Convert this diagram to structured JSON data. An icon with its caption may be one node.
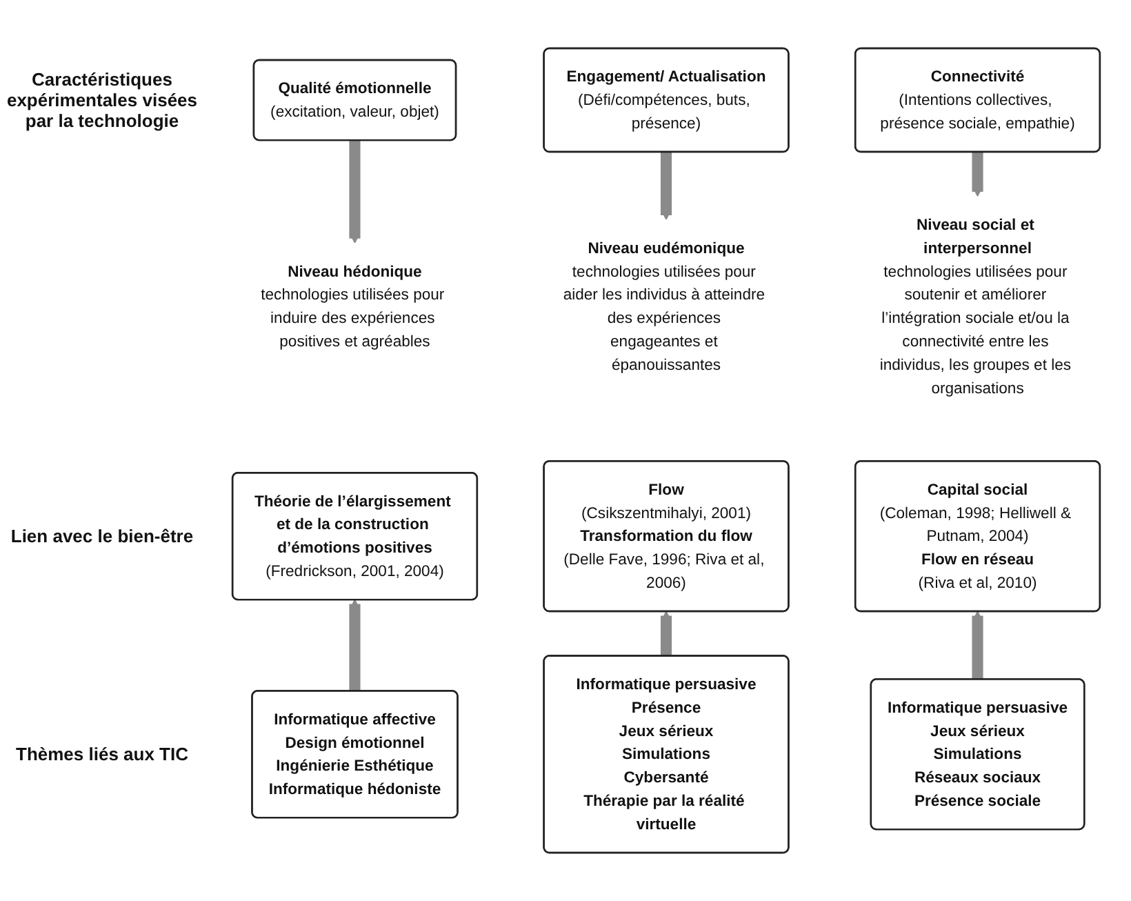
{
  "diagram": {
    "nodes": [
      {
        "text": [
          "Qualité émotionnelle",
          "(excitation, valeur, objet)"
        ]
      },
      {
        "text": [
          "Engagement/ Actualisation",
          "(Défi/compétences, buts, présence)"
        ]
      },
      {
        "text": [
          "Connectivité",
          "(Intentions collectives, présence sociale, empathie)"
        ]
      },
      {
        "text": [
          "Niveau hédonique",
          "technologies utilisées pour induire des expériences positives et agréables"
        ]
      },
      {
        "text": [
          "Niveau eudémonique",
          "technologies utilisées pour aider les individus à atteindre des expériences engageantes et épanouissantes"
        ]
      },
      {
        "text": [
          "Niveau social et interpersonnel",
          "technologies utilisées pour soutenir et améliorer l’intégration sociale et/ou la connectivité entre les individus, les groupes et les organisations"
        ]
      },
      {
        "text": [
          "Théorie de l’élargissement et de la construction d’émotions positives",
          "(Fredrickson, 2001, 2004)"
        ]
      },
      {
        "text": [
          "Flow",
          "(Csikszentmihalyi, 2001)",
          "Transformation du flow",
          "(Delle Fave, 1996; Riva et al, 2006)"
        ]
      },
      {
        "text": [
          "Capital social",
          "(Coleman, 1998; Helliwell & Putnam, 2004)",
          "Flow en réseau",
          "(Riva et al, 2010)"
        ]
      },
      {
        "text": [
          "Informatique affective",
          "Design émotionnel",
          "Ingénierie Esthétique",
          "Informatique hédoniste"
        ]
      },
      {
        "text": [
          "Informatique persuasive",
          "Présence",
          "Jeux sérieux",
          "Simulations",
          "Cybersanté",
          "Thérapie par la réalité virtuelle"
        ]
      },
      {
        "text": [
          "Informatique persuasive",
          "Jeux sérieux",
          "Simulations",
          "Réseaux sociaux",
          "Présence sociale"
        ]
      }
    ],
    "edges": [
      {
        "from": 0,
        "to": 3,
        "arrow": "to"
      },
      {
        "from": 1,
        "to": 4,
        "arrow": "to"
      },
      {
        "from": 2,
        "to": 5,
        "arrow": "to"
      },
      {
        "from": 9,
        "to": 6,
        "arrow": "to"
      },
      {
        "from": 10,
        "to": 7,
        "arrow": "to"
      },
      {
        "from": 11,
        "to": 8,
        "arrow": "to"
      }
    ],
    "labels": [
      "Caractéristiques expérimentales visées par la technologie",
      "Lien avec le bien-être",
      "Thèmes liés aux TIC"
    ]
  }
}
